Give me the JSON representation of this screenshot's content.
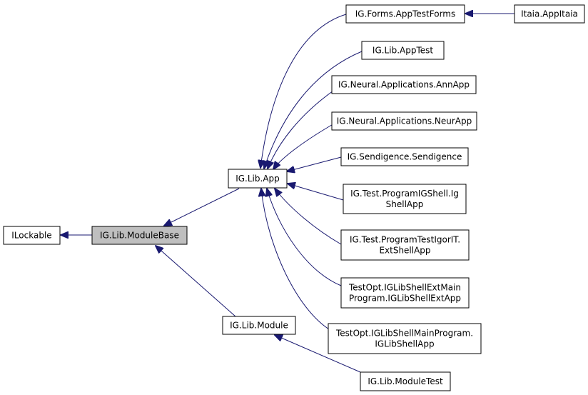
{
  "diagram": {
    "colors": {
      "edge": "#191970",
      "current_fill": "#bfbfbf",
      "node_fill": "#ffffff",
      "border": "#000000"
    },
    "nodes": {
      "ilockable": {
        "lines": [
          "ILockable"
        ]
      },
      "modulebase": {
        "lines": [
          "IG.Lib.ModuleBase"
        ],
        "current": true
      },
      "app": {
        "lines": [
          "IG.Lib.App"
        ]
      },
      "module": {
        "lines": [
          "IG.Lib.Module"
        ]
      },
      "apptestforms": {
        "lines": [
          "IG.Forms.AppTestForms"
        ]
      },
      "appitaia": {
        "lines": [
          "Itaia.AppItaia"
        ]
      },
      "apptest": {
        "lines": [
          "IG.Lib.AppTest"
        ]
      },
      "annapp": {
        "lines": [
          "IG.Neural.Applications.AnnApp"
        ]
      },
      "neurapp": {
        "lines": [
          "IG.Neural.Applications.NeurApp"
        ]
      },
      "sendigence": {
        "lines": [
          "IG.Sendigence.Sendigence"
        ]
      },
      "igshellapp": {
        "lines": [
          "IG.Test.ProgramIGShell.Ig",
          "ShellApp"
        ]
      },
      "extshellapp": {
        "lines": [
          "IG.Test.ProgramTestIgorIT.",
          "ExtShellApp"
        ]
      },
      "libshellextapp": {
        "lines": [
          "TestOpt.IGLibShellExtMain",
          "Program.IGLibShellExtApp"
        ]
      },
      "libshellapp": {
        "lines": [
          "TestOpt.IGLibShellMainProgram.",
          "IGLibShellApp"
        ]
      },
      "moduletest": {
        "lines": [
          "IG.Lib.ModuleTest"
        ]
      }
    }
  }
}
